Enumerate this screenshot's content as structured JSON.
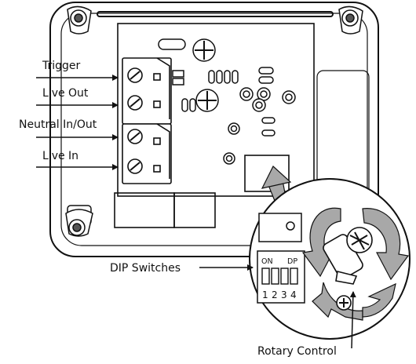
{
  "labels": {
    "trigger": "Trigger",
    "live_out": "Live Out",
    "neutral": "Neutral In/Out",
    "live_in": "Live In",
    "dip_switches": "DIP Switches",
    "rotary_control": "Rotary Control"
  },
  "dip": {
    "on_label": "ON",
    "dp_label": "DP",
    "numbers": [
      "1",
      "2",
      "3",
      "4"
    ]
  },
  "colors": {
    "line": "#111111",
    "arrow_gray": "#a8a8a8",
    "arrow_gray_dark": "#8c8c8c",
    "background": "#ffffff"
  }
}
